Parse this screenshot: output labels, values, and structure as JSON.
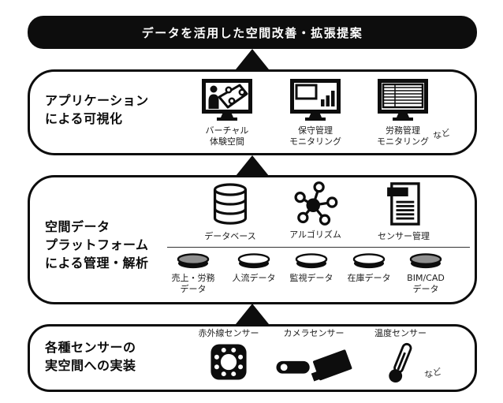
{
  "diagram": {
    "title": "データを活用した空間改善・拡張提案"
  },
  "app_layer": {
    "heading_lines": [
      "アプリケーション",
      "による可視化"
    ],
    "items": [
      {
        "icon": "monitor-virtual-space-icon",
        "label_lines": [
          "バーチャル",
          "体験空間"
        ]
      },
      {
        "icon": "monitor-maintenance-chart-icon",
        "label_lines": [
          "保守管理",
          "モニタリング"
        ]
      },
      {
        "icon": "monitor-labor-table-icon",
        "label_lines": [
          "労務管理",
          "モニタリング"
        ]
      }
    ],
    "etc_label": "など"
  },
  "platform_layer": {
    "heading_lines": [
      "空間データ",
      "プラットフォーム",
      "による管理・解析"
    ],
    "tools": [
      {
        "icon": "database-icon",
        "label": "データベース"
      },
      {
        "icon": "algorithm-network-icon",
        "label": "アルゴリズム"
      },
      {
        "icon": "sensor-management-document-icon",
        "label": "センサー管理"
      }
    ],
    "data_disks": [
      {
        "label_lines": [
          "売上・労務",
          "データ"
        ],
        "fill": "#8f8f8f"
      },
      {
        "label_lines": [
          "人流データ"
        ],
        "fill": "#ffffff"
      },
      {
        "label_lines": [
          "監視データ"
        ],
        "fill": "#ffffff"
      },
      {
        "label_lines": [
          "在庫データ"
        ],
        "fill": "#ffffff"
      },
      {
        "label_lines": [
          "BIM/CAD",
          "データ"
        ],
        "fill": "#8f8f8f"
      }
    ]
  },
  "sensor_layer": {
    "heading_lines": [
      "各種センサーの",
      "実空間への実装"
    ],
    "sensors": [
      {
        "icon": "infrared-sensor-icon",
        "label": "赤外線センサー"
      },
      {
        "icon": "camera-sensor-icon",
        "label": "カメラセンサー"
      },
      {
        "icon": "thermometer-icon",
        "label": "温度センサー"
      }
    ],
    "etc_label": "など"
  },
  "colors": {
    "ink": "#0d0d0d",
    "disk_gray": "#8f8f8f",
    "background": "#ffffff"
  }
}
